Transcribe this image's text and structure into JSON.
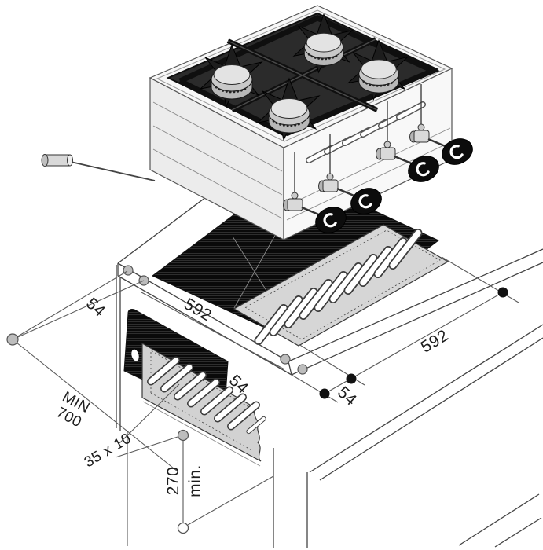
{
  "figure": {
    "type": "installation-diagram",
    "subject": "4-burner gas hob flush-mount worktop installation",
    "colors": {
      "background": "#ffffff",
      "line": "#444444",
      "hatch_black": "#0a0a0a",
      "panel_gray": "#d6d6d6",
      "burner_cap_gray": "#d0d0d0",
      "knob_black": "#0c0c0c",
      "marker_black": "#111111",
      "marker_gray": "#bdbdbd"
    },
    "dimensions": {
      "cutout_width": "592",
      "border_left": "54",
      "cutout_depth": "592",
      "border_right": "54",
      "border_front": "54",
      "slot_size": "35 x 10",
      "min_depth": {
        "line1": "MIN",
        "line2": "700"
      },
      "clearance": {
        "line1": "270",
        "line2": "min."
      }
    }
  }
}
